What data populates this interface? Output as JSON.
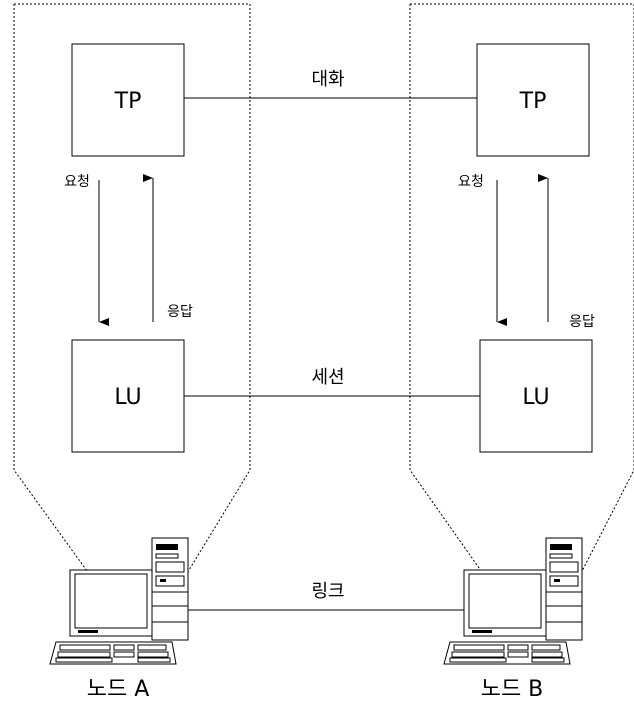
{
  "node_a": {
    "tp_label": "TP",
    "lu_label": "LU",
    "request_label": "요청",
    "response_label": "응답",
    "caption": "노드 A"
  },
  "node_b": {
    "tp_label": "TP",
    "lu_label": "LU",
    "request_label": "요청",
    "response_label": "응답",
    "caption": "노드 B"
  },
  "connections": {
    "conversation_label": "대화",
    "session_label": "세션",
    "link_label": "링크"
  }
}
